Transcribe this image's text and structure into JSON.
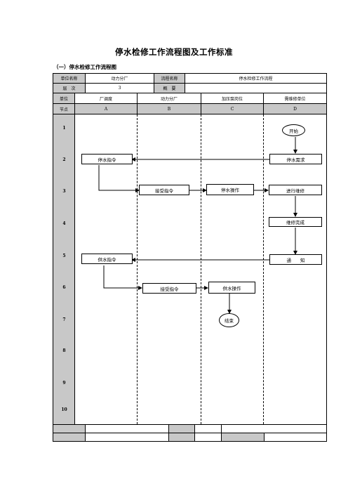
{
  "title": "停水检修工作流程图及工作标准",
  "subtitle": "（一）停水检修工作流程图",
  "header": {
    "unit_name_label": "单位名称",
    "unit_name_value": "动力分厂",
    "flow_name_label": "流程名称",
    "flow_name_value": "停水检修工作流程",
    "level_label": "层　次",
    "level_value": "3",
    "summary_label": "概　要",
    "summary_value": ""
  },
  "units": {
    "label": "单位",
    "lanes": [
      "厂调度",
      "动力分厂",
      "加压泵岗位",
      "需维修单位"
    ]
  },
  "nodes": {
    "label": "节点",
    "letters": [
      "A",
      "B",
      "C",
      "D"
    ]
  },
  "rows": [
    "1",
    "2",
    "3",
    "4",
    "5",
    "6",
    "7",
    "8",
    "9",
    "10"
  ],
  "flow": {
    "start": "开始",
    "d2": "停水需求",
    "a2": "停水指令",
    "b3": "接受指令",
    "c3": "停水操作",
    "d3": "进行维修",
    "d4": "维修完成",
    "d5": "通　　知",
    "a5": "供水指令",
    "b6": "接受指令",
    "c6": "供水操作",
    "end": "结束"
  },
  "footer": {
    "row1": [
      "",
      "",
      "",
      "",
      ""
    ],
    "row2": [
      "",
      "",
      "",
      "",
      ""
    ]
  }
}
